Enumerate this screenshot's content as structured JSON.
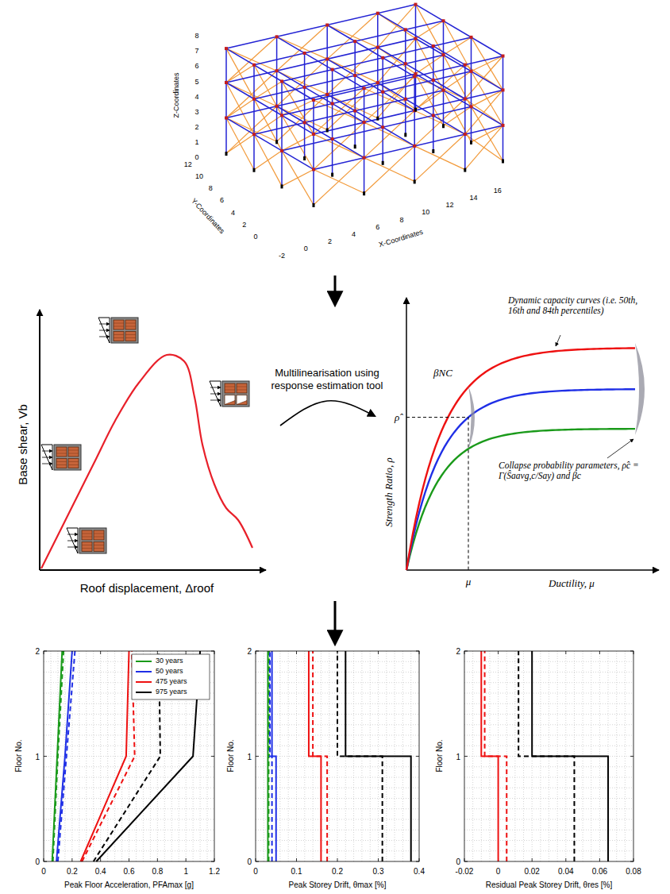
{
  "diagram": {
    "nodes": [
      {
        "text": [
          "Z-Coordinates",
          "Y-Coordinates",
          "X-Coordinates"
        ]
      },
      {
        "text": [
          "Base shear, Vb",
          "Roof displacement, Δroof"
        ]
      },
      {
        "text": [
          "Strength Ratio, ρ",
          "Ductility, μ"
        ]
      },
      {
        "text": [
          "Floor No.",
          "Peak Floor Acceleration, PFAmax [g]"
        ]
      },
      {
        "text": [
          "Floor No.",
          "Peak Storey Drift, θmax [%]"
        ]
      },
      {
        "text": [
          "Floor No.",
          "Residual Peak Storey Drift, θres [%]"
        ]
      }
    ],
    "edges": [
      {
        "from": 0,
        "to": 1,
        "arrow": "to"
      },
      {
        "from": 1,
        "to": 2,
        "arrow": "to",
        "label": "Multilinearisation using response estimation tool"
      },
      {
        "from": 1,
        "to": 4,
        "arrow": "to"
      }
    ],
    "labels": [
      "0",
      "1",
      "2",
      "3",
      "4",
      "5",
      "6",
      "7",
      "8",
      "0",
      "2",
      "4",
      "6",
      "8",
      "10",
      "12",
      "-2",
      "0",
      "2",
      "4",
      "6",
      "8",
      "10",
      "12",
      "14",
      "16",
      "Dynamic capacity curves (i.e. 50th, 16th and 84th percentiles)",
      "βNC",
      "ρ̂",
      "μ",
      "Collapse probability parameters, ρ̂c = Γ(Ŝaavg,c/Say) and βc",
      "0",
      "1",
      "2",
      "0",
      "0.2",
      "0.4",
      "0.6",
      "0.8",
      "1",
      "1.2",
      "0",
      "1",
      "2",
      "0",
      "0.1",
      "0.2",
      "0.3",
      "0.4",
      "0",
      "1",
      "2",
      "-0.02",
      "0",
      "0.02",
      "0.04",
      "0.06",
      "0.08"
    ],
    "legend": [
      {
        "text": "30 years"
      },
      {
        "text": "50 years"
      },
      {
        "text": "475 years"
      },
      {
        "text": "975 years"
      }
    ]
  }
}
